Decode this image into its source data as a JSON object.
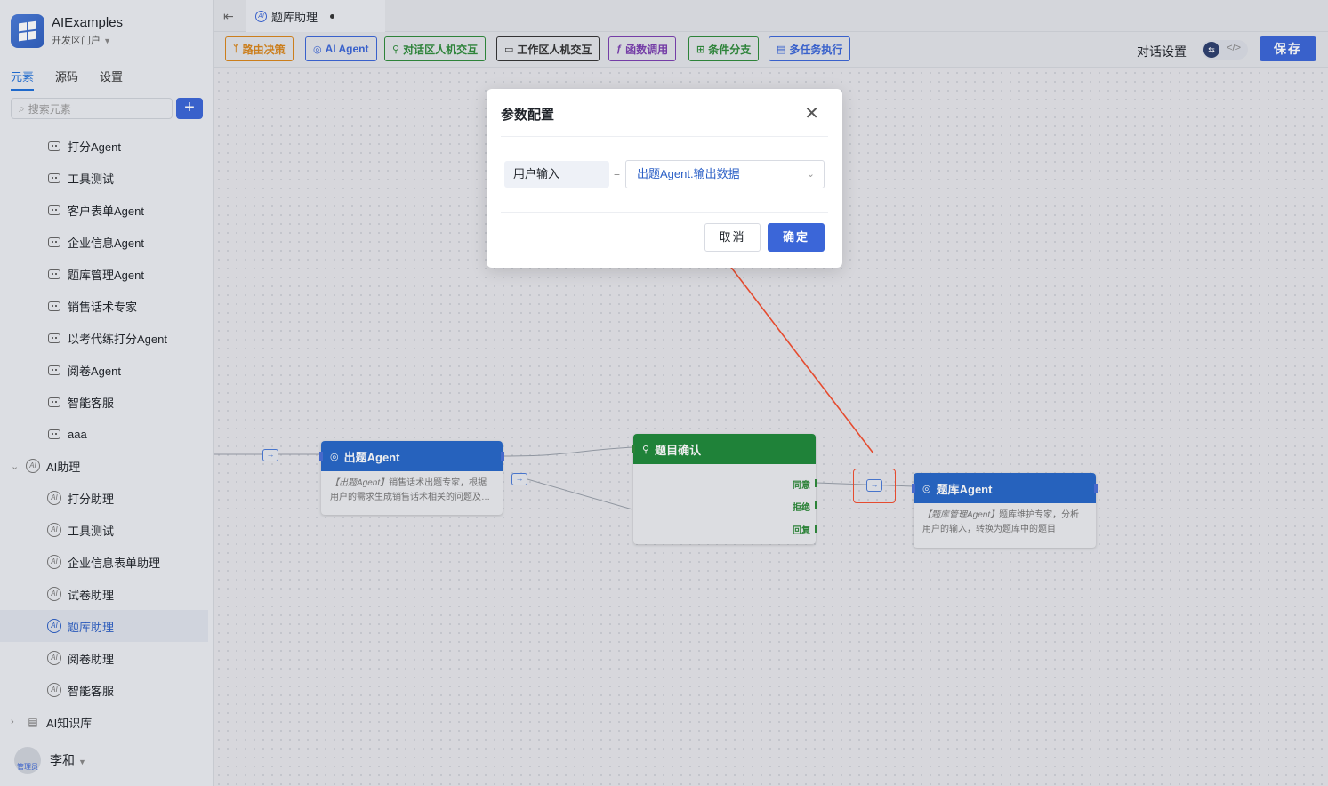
{
  "app": {
    "name": "AIExamples",
    "env": "开发区门户"
  },
  "sidebar": {
    "tabs": [
      "元素",
      "源码",
      "设置"
    ],
    "search_placeholder": "搜索元素",
    "agent_items": [
      "打分Agent",
      "工具测试",
      "客户表单Agent",
      "企业信息Agent",
      "题库管理Agent",
      "销售话术专家",
      "以考代练打分Agent",
      "阅卷Agent",
      "智能客服",
      "aaa"
    ],
    "group_assist": "AI助理",
    "assist_items": [
      "打分助理",
      "工具测试",
      "企业信息表单助理",
      "试卷助理",
      "题库助理",
      "阅卷助理",
      "智能客服"
    ],
    "group_kb": "AI知识库",
    "user": {
      "name": "李和",
      "badge": "管理员"
    }
  },
  "tab": {
    "label": "题库助理"
  },
  "toolbar": {
    "buttons": [
      {
        "label": "路由决策",
        "color": "#d9861b",
        "icon": "branch-icon"
      },
      {
        "label": "AI Agent",
        "color": "#3b66d8",
        "icon": "agent-icon"
      },
      {
        "label": "对话区人机交互",
        "color": "#2e8b3a",
        "icon": "user-icon"
      },
      {
        "label": "工作区人机交互",
        "color": "#333333",
        "icon": "monitor-icon"
      },
      {
        "label": "函数调用",
        "color": "#7b3fb0",
        "icon": "function-icon"
      },
      {
        "label": "条件分支",
        "color": "#2e8b3a",
        "icon": "condition-icon"
      },
      {
        "label": "多任务执行",
        "color": "#3b66d8",
        "icon": "tasks-icon"
      }
    ],
    "dialog_settings": "对话设置",
    "save": "保存"
  },
  "canvas": {
    "node1": {
      "title": "出题Agent",
      "desc_em": "【出题Agent】",
      "desc": "销售话术出题专家，根据用户的需求生成销售话术相关的问题及…",
      "color": "#2668c9"
    },
    "node2": {
      "title": "题目确认",
      "options": [
        "同意",
        "拒绝",
        "回复"
      ],
      "color": "#1f8a3a"
    },
    "node3": {
      "title": "题库Agent",
      "desc_em": "【题库管理Agent】",
      "desc": "题库维护专家，分析用户的输入，转换为题库中的题目",
      "color": "#2668c9"
    }
  },
  "dialog": {
    "title": "参数配置",
    "param_label": "用户输入",
    "param_value": "出题Agent.输出数据",
    "cancel": "取消",
    "ok": "确定"
  }
}
